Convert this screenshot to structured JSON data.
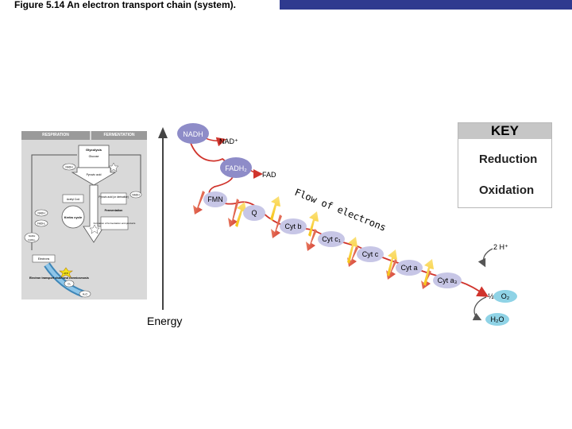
{
  "figure_title": "Figure 5.14 An electron transport chain (system).",
  "energy_label": "Energy",
  "flow_label": "Flow of electrons",
  "key": {
    "title": "KEY",
    "reduction": "Reduction",
    "oxidation": "Oxidation"
  },
  "carriers": {
    "nadh": "NADH",
    "nad": "NAD⁺",
    "fadh2": "FADH₂",
    "fad": "FAD",
    "fmn": "FMN",
    "q": "Q",
    "cyt_b": "Cyt b",
    "cyt_c1": "Cyt c₁",
    "cyt_c": "Cyt c",
    "cyt_a": "Cyt a",
    "cyt_a3": "Cyt a₃",
    "two_h": "2 H⁺",
    "half": "½",
    "o2": "O₂",
    "h2o": "H₂O"
  },
  "inset": {
    "respiration": "RESPIRATION",
    "fermentation": "FERMENTATION",
    "glycolysis": "Glycolysis",
    "glucose": "Glucose",
    "pyruvic_acid": "Pyruvic acid",
    "acetyl_coa": "Acetyl CoA",
    "krebs_cycle": "Krebs cycle",
    "pyruvic_acid_or_derivative": "Pyruvic acid (or derivative)",
    "fermentation_label": "Fermentation",
    "formation_of_end_products": "Formation of fermentation end-products",
    "nadh": "NADH",
    "fadh2": "FADH₂",
    "electrons": "Electrons",
    "etc": "Electron transport chain and chemiosmosis",
    "atp": "ATP",
    "h2o": "H₂O",
    "o2": "O₂"
  },
  "colors": {
    "reduction_arrow": "#d0342c",
    "oxidation_arrow": "#f7c414",
    "carrier_fill": "#c7c6e6",
    "nadh_fill": "#8e8cc8",
    "oxygen_fill": "#8fd3e6",
    "top_bar": "#2f3a8f"
  }
}
